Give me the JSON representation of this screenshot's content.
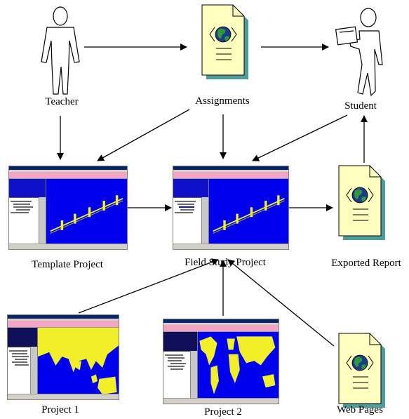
{
  "actors": {
    "teacher": "Teacher",
    "student": "Student"
  },
  "documents": {
    "assignments": "Assignments",
    "exported_report": "Exported Report",
    "web_pages": "Web Pages"
  },
  "projects": {
    "template": "Template Project",
    "field_study": "Field Study Project",
    "project1": "Project 1",
    "project2": "Project 2"
  },
  "colors": {
    "document_fill": "#ffffc0",
    "document_shadow": "#4f9c9c",
    "globe_ocean": "#1e3a8a",
    "globe_land": "#2e9a3a",
    "map_blue": "#0000ee",
    "map_land": "#f0ef2a"
  }
}
